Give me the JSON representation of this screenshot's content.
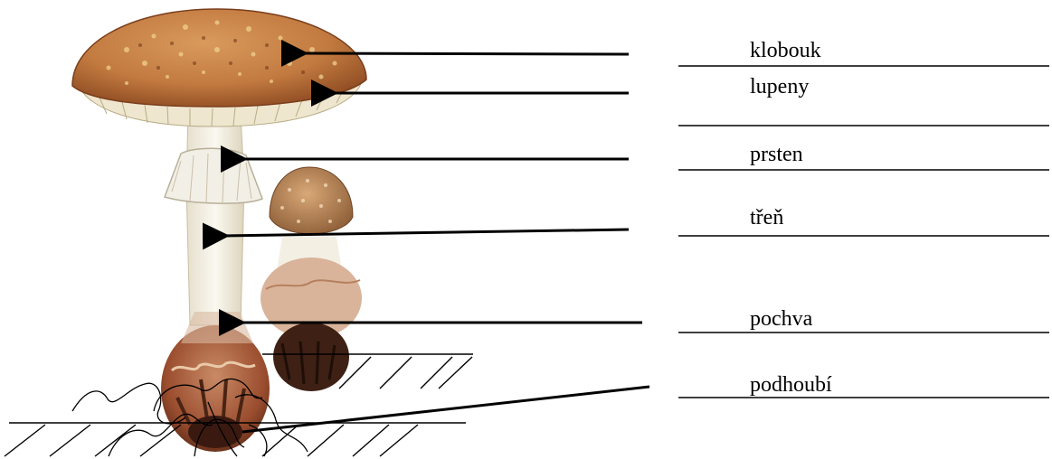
{
  "labels": {
    "klobouk": "klobouk",
    "lupeny": "lupeny",
    "prsten": "prsten",
    "tren": "třeň",
    "pochva": "pochva",
    "podhoubi": "podhoubí"
  },
  "colors": {
    "cap": "#c9854a",
    "cap_dark": "#9a5528",
    "gills": "#efe6cf",
    "stem": "#f4f0e4",
    "volva": "#b2643f",
    "ink": "#000000"
  }
}
